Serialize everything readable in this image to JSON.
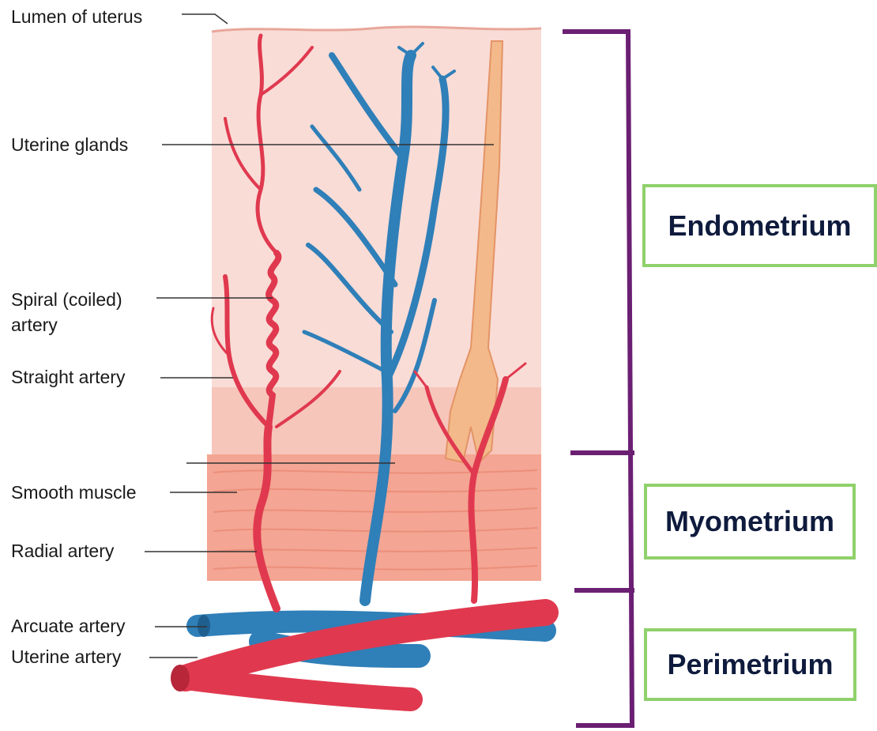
{
  "labels": {
    "lumen": "Lumen of uterus",
    "glands": "Uterine glands",
    "spiral_1": "Spiral (coiled)",
    "spiral_2": "artery",
    "straight": "Straight artery",
    "smooth_muscle": "Smooth muscle",
    "radial": "Radial artery",
    "arcuate": "Arcuate artery",
    "uterine": "Uterine artery"
  },
  "layers": {
    "endometrium": "Endometrium",
    "myometrium": "Myometrium",
    "perimetrium": "Perimetrium"
  },
  "colors": {
    "artery": "#e0394f",
    "vein": "#2f7fb8",
    "gland": "#f3b98a",
    "endometrium_tissue": "#f9dcd6",
    "myometrium_tissue": "#f4a593",
    "bracket": "#6b1f73",
    "box_border": "#8fd16b",
    "box_text": "#0f1b3d"
  }
}
